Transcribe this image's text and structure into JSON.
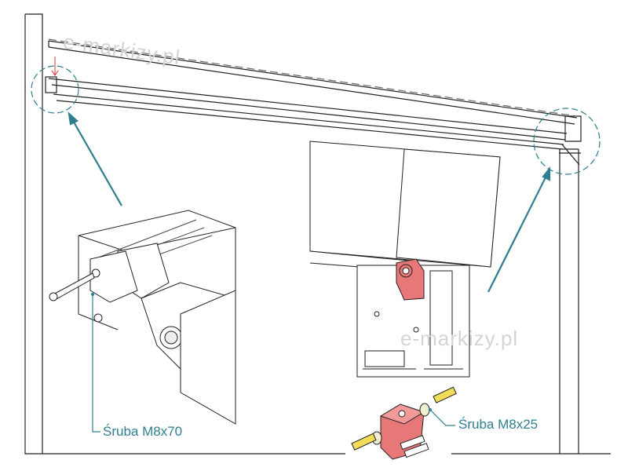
{
  "watermark": "e-markizy.pl",
  "labels": {
    "screw_left": "Śruba M8x70",
    "screw_right": "Śruba M8x25"
  },
  "colors": {
    "accent": "#2f7f8f",
    "bracket": "#e87878",
    "screw": "#f2dc5a",
    "line": "#222222",
    "watermark": "#d4d4d4"
  }
}
